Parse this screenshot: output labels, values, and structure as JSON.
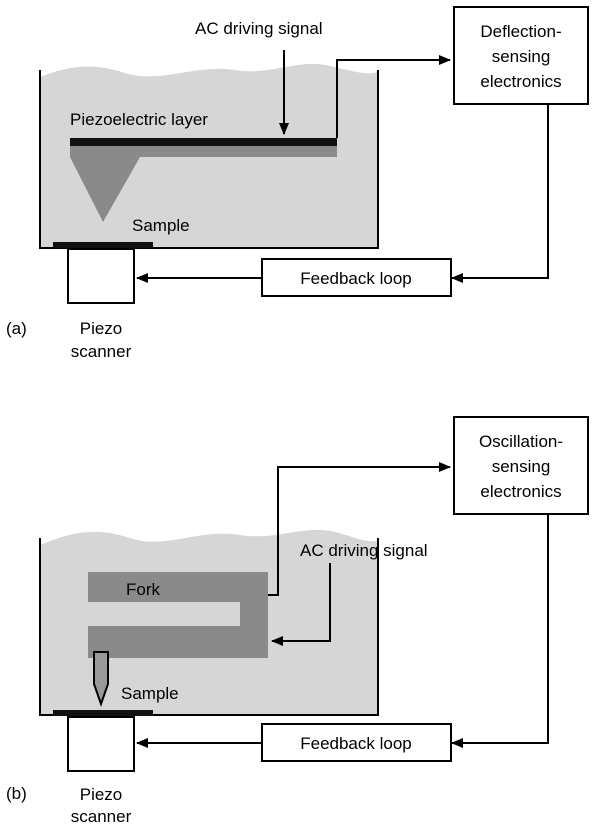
{
  "panel_a": {
    "tag": "(a)",
    "driving_signal": "AC driving signal",
    "piezo_layer": "Piezoelectric layer",
    "sample": "Sample",
    "sensing_box": [
      "Deflection-",
      "sensing",
      "electronics"
    ],
    "feedback": "Feedback loop",
    "scanner": [
      "Piezo",
      "scanner"
    ]
  },
  "panel_b": {
    "tag": "(b)",
    "driving_signal": "AC driving signal",
    "fork": "Fork",
    "sample": "Sample",
    "sensing_box": [
      "Oscillation-",
      "sensing",
      "electronics"
    ],
    "feedback": "Feedback loop",
    "scanner": [
      "Piezo",
      "scanner"
    ]
  }
}
